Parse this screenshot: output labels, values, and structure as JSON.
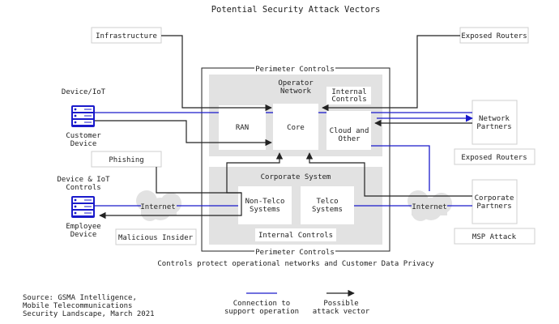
{
  "title": "Potential Security Attack Vectors",
  "boxes": {
    "infrastructure": "Infrastructure",
    "exposed_routers_top": "Exposed Routers",
    "perimeter_top": "Perimeter Controls",
    "perimeter_bottom": "Perimeter Controls",
    "operator_network": [
      "Operator",
      "Network"
    ],
    "internal_controls_top": [
      "Internal",
      "Controls"
    ],
    "ran": "RAN",
    "core": "Core",
    "cloud_other": [
      "Cloud and",
      "Other"
    ],
    "corporate_system": "Corporate System",
    "non_telco": [
      "Non-Telco",
      "Systems"
    ],
    "telco": [
      "Telco",
      "Systems"
    ],
    "internal_controls_bottom": "Internal Controls",
    "network_partners": [
      "Network",
      "Partners"
    ],
    "exposed_routers_mid": "Exposed Routers",
    "corporate_partners": [
      "Corporate",
      "Partners"
    ],
    "msp_attack": "MSP Attack",
    "phishing": "Phishing",
    "malicious_insider": "Malicious Insider",
    "device_iot": "Device/IoT",
    "customer_device": [
      "Customer",
      "Device"
    ],
    "device_iot_controls": [
      "Device & IoT",
      "Controls"
    ],
    "employee_device": [
      "Employee",
      "Device"
    ],
    "internet_left": "Internet",
    "internet_right": "Internet"
  },
  "caption": "Controls protect operational networks and Customer Data Privacy",
  "source": [
    "Source: GSMA Intelligence,",
    "Mobile Telecommunications",
    "Security Landscape, March 2021"
  ],
  "legend": {
    "blue_line": [
      "Connection to",
      "support operation"
    ],
    "arrow": [
      "Possible",
      "attack vector"
    ]
  },
  "colors": {
    "connection": "#1a1acb",
    "attack": "#222222",
    "panel": "#e2e2e2"
  },
  "icons": [
    "server-stack-icon",
    "cloud-icon",
    "arrow-icon"
  ]
}
